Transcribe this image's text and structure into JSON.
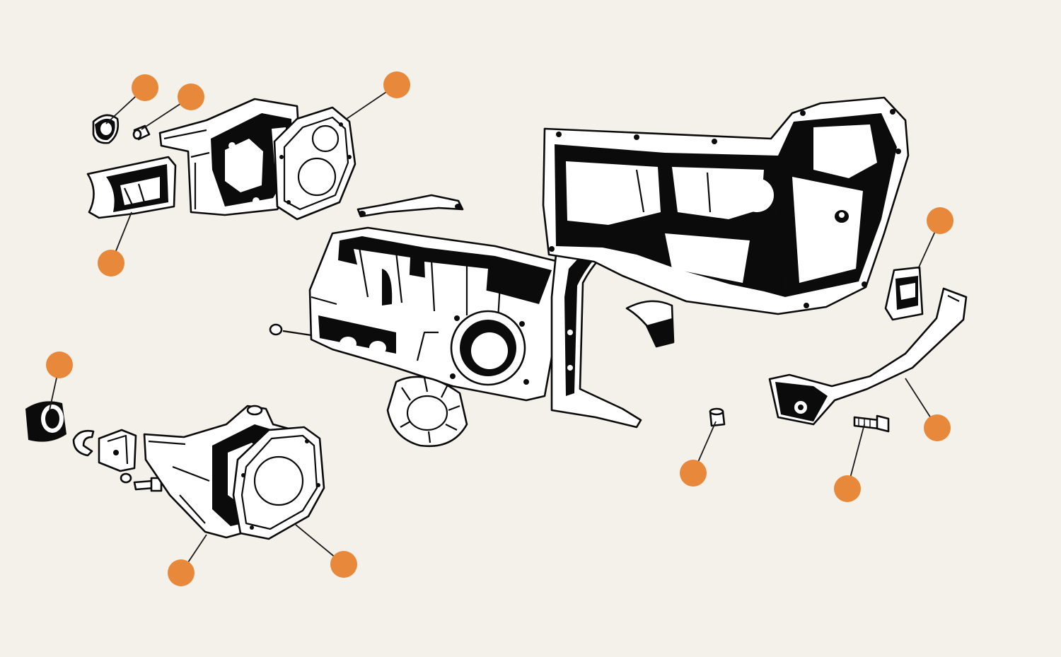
{
  "diagram": {
    "background": "#f4f0ea",
    "hotspot_color": "#e8883a",
    "hotspots": [
      {
        "id": "hotspot-1"
      },
      {
        "id": "hotspot-2"
      },
      {
        "id": "hotspot-3"
      },
      {
        "id": "hotspot-4"
      },
      {
        "id": "hotspot-5"
      },
      {
        "id": "hotspot-6"
      },
      {
        "id": "hotspot-7"
      },
      {
        "id": "hotspot-8"
      },
      {
        "id": "hotspot-9"
      },
      {
        "id": "hotspot-10"
      },
      {
        "id": "hotspot-11"
      },
      {
        "id": "hotspot-12"
      }
    ]
  }
}
